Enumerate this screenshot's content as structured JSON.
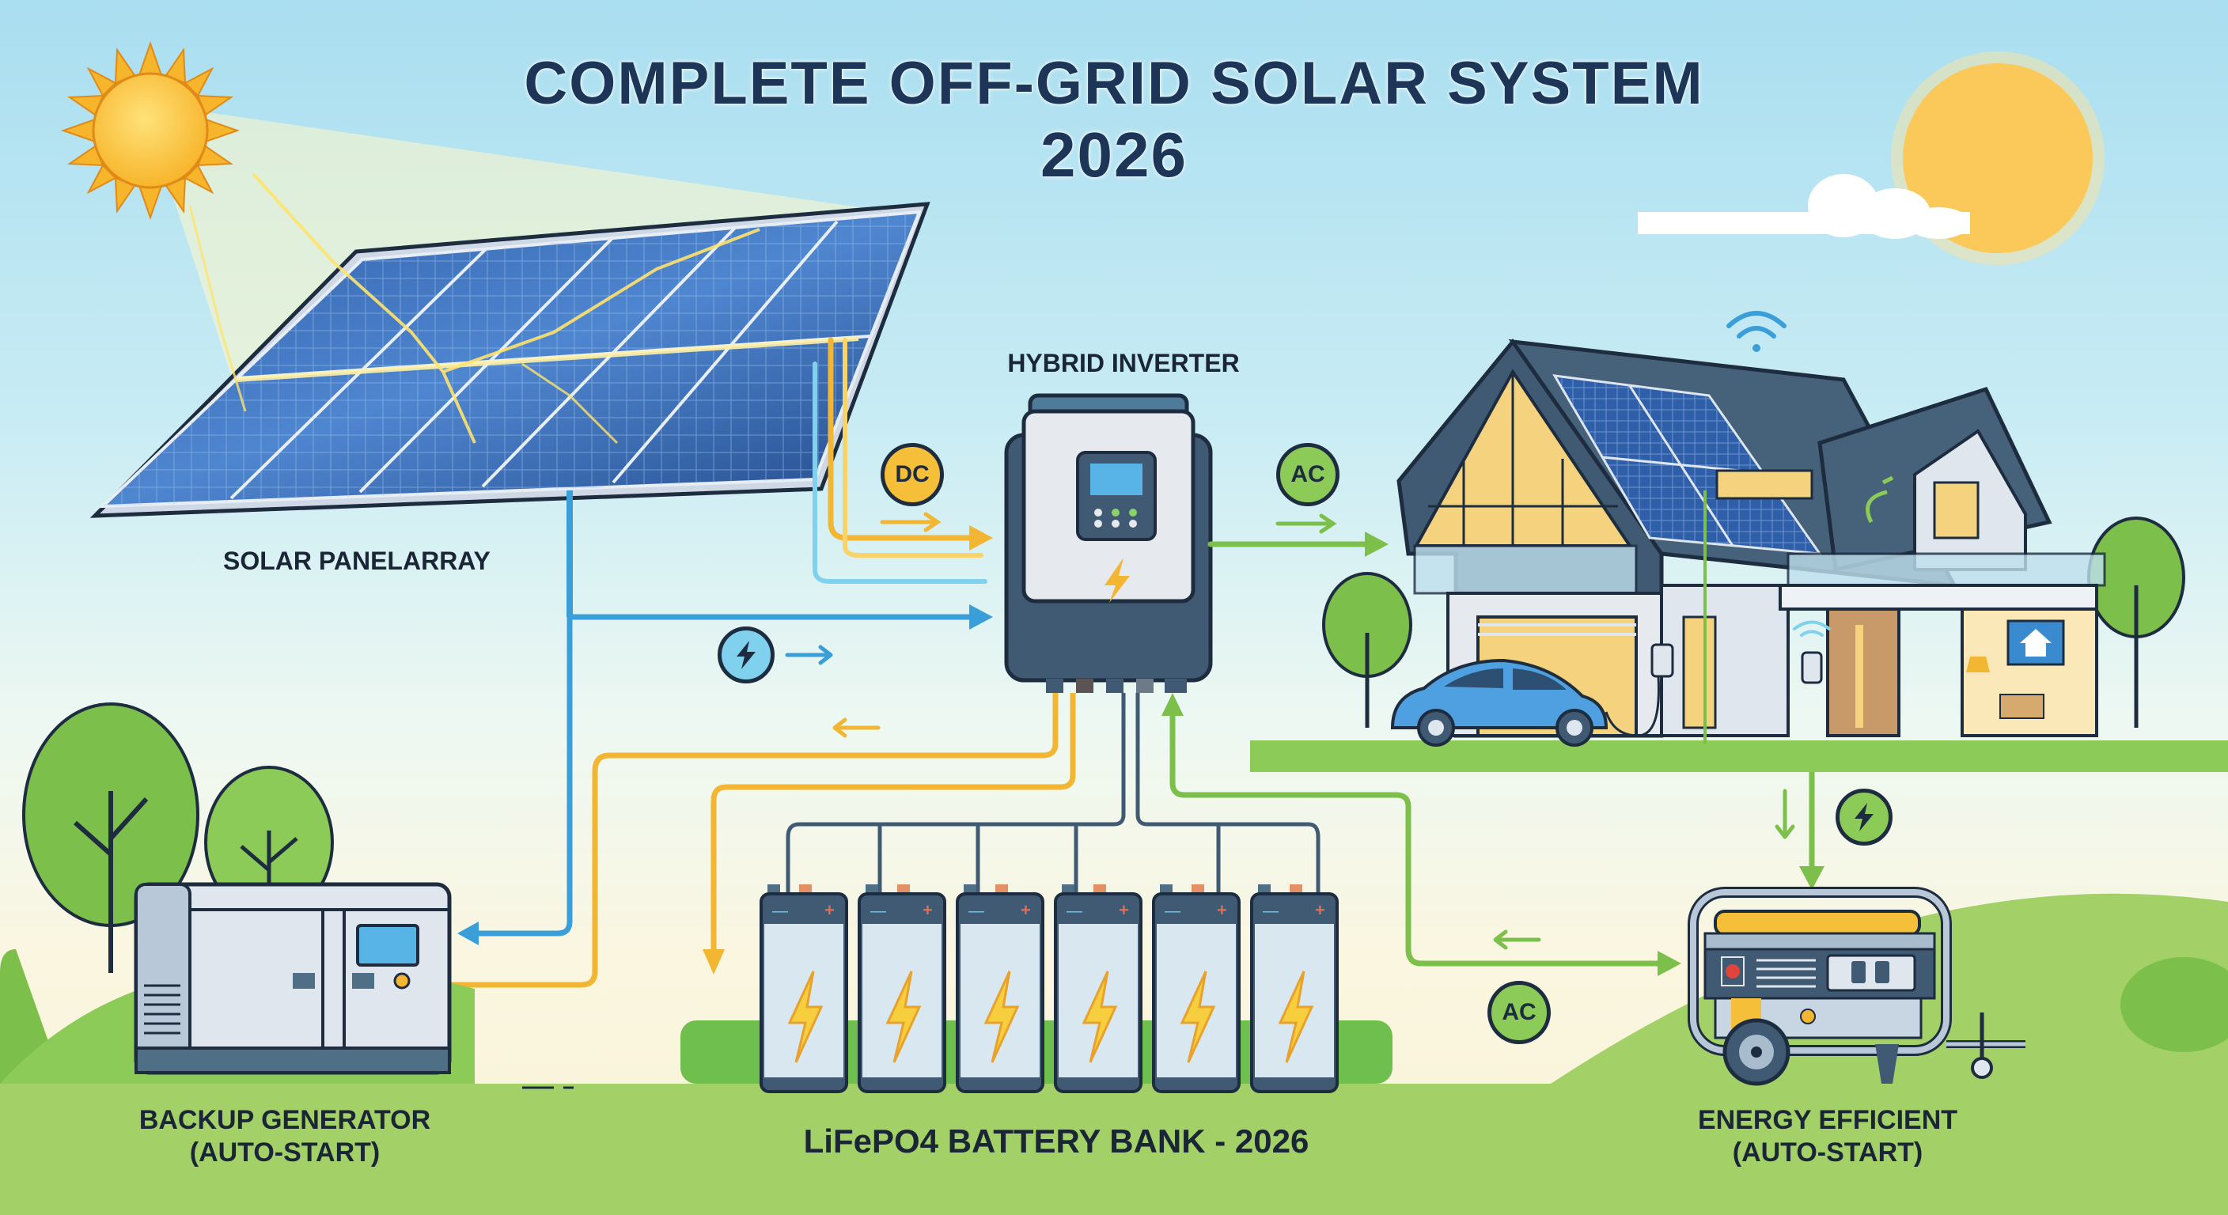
{
  "title": {
    "line1": "COMPLETE OFF-GRID SOLAR SYSTEM",
    "line2": "2026"
  },
  "components": {
    "solar_panel": {
      "label": "SOLAR PANELARRAY",
      "icon": "solar-panel-icon"
    },
    "inverter": {
      "label": "HYBRID INVERTER",
      "icon": "inverter-icon"
    },
    "house": {
      "icon": "smart-home-icon"
    },
    "backup_generator": {
      "label_line1": "BACKUP GENERATOR",
      "label_line2": "(AUTO-START)",
      "icon": "standby-generator-icon"
    },
    "battery_bank": {
      "label": "LiFePO4 BATTERY BANK - 2026",
      "cell_count": 6,
      "icon": "battery-icon"
    },
    "portable_generator": {
      "label_line1": "ENERGY EFFICIENT",
      "label_line2": "(AUTO-START)",
      "icon": "portable-generator-icon"
    }
  },
  "badges": {
    "dc": "DC",
    "ac_house": "AC",
    "ac_generator": "AC",
    "power_blue": "bolt-icon",
    "power_green": "bolt-icon"
  },
  "colors": {
    "title": "#1d3557",
    "dc_line": "#f2b632",
    "ac_line": "#7cbf4a",
    "data_line": "#3a9fd8",
    "sky_top": "#a9def0",
    "ground": "#a3d168",
    "outline": "#1d2c3f"
  }
}
